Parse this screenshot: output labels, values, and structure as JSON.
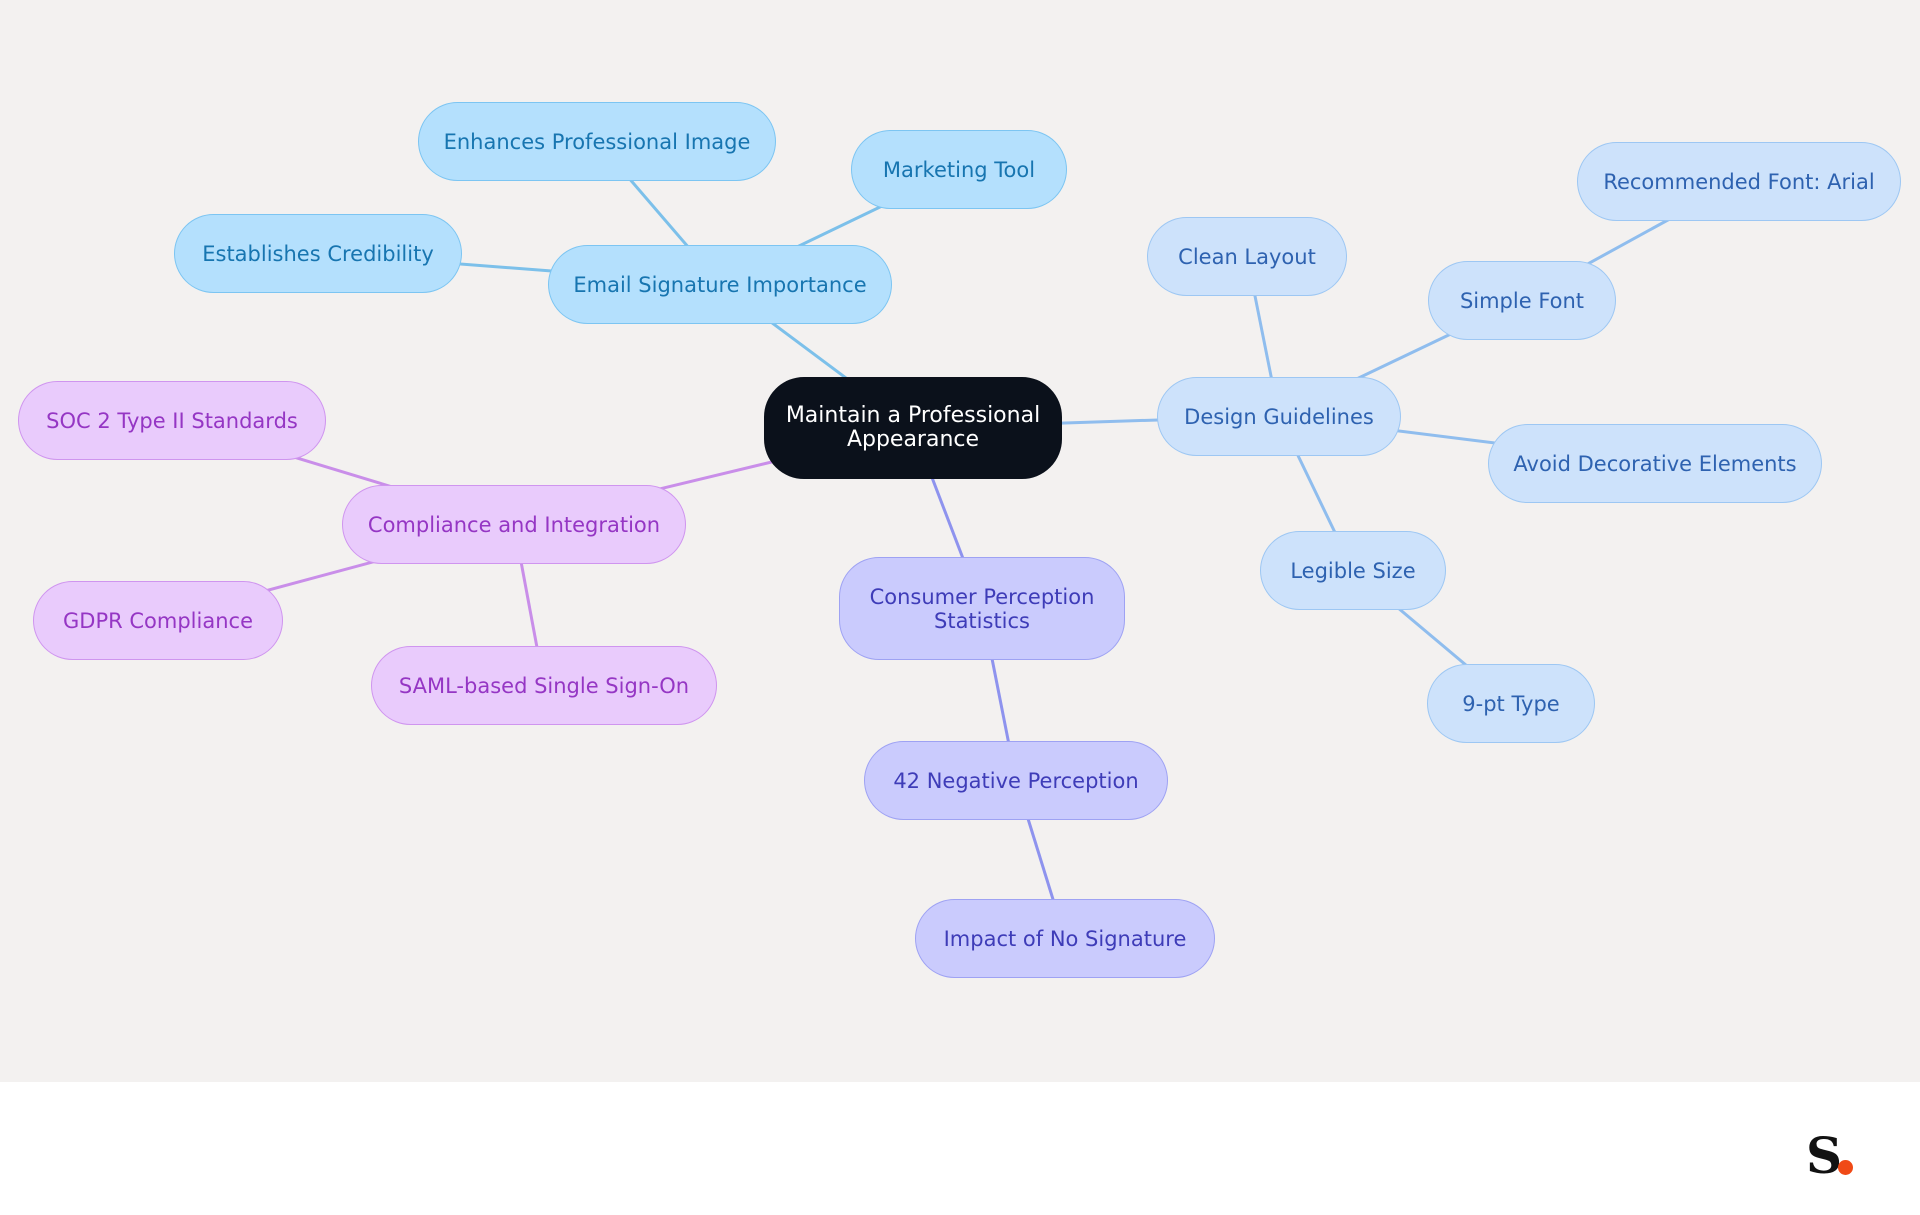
{
  "colors": {
    "canvas_bg": "#f3f1f0",
    "root": "#0b111b",
    "email_branch": "#b4e0fd",
    "design_branch": "#cde2fb",
    "consumer_branch": "#cacbfd",
    "compliance_branch": "#e9cbfc",
    "logo_dot": "#f04a16"
  },
  "mindmap": {
    "root": "Maintain a Professional Appearance",
    "email": {
      "label": "Email Signature Importance",
      "children": [
        "Enhances Professional Image",
        "Marketing Tool",
        "Establishes Credibility"
      ]
    },
    "design": {
      "label": "Design Guidelines",
      "clean_layout": "Clean Layout",
      "simple_font": "Simple Font",
      "recommended_font": "Recommended Font: Arial",
      "avoid_decorative": "Avoid Decorative Elements",
      "legible_size": "Legible Size",
      "type_size": "9-pt Type"
    },
    "consumer": {
      "label": "Consumer Perception Statistics",
      "negative": "42 Negative Perception",
      "no_signature": "Impact of No Signature"
    },
    "compliance": {
      "label": "Compliance and Integration",
      "children": [
        "SOC 2 Type II Standards",
        "GDPR Compliance",
        "SAML-based Single Sign-On"
      ]
    }
  },
  "logo": {
    "letter": "S"
  }
}
